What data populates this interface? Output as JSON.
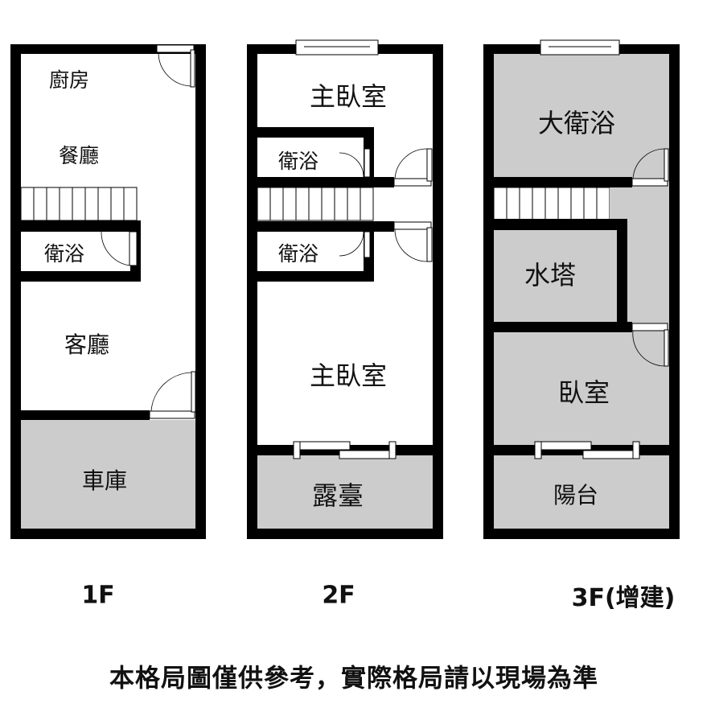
{
  "floors": [
    {
      "label": "1F",
      "rooms": [
        "廚房",
        "餐廳",
        "衛浴",
        "客廳",
        "車庫"
      ]
    },
    {
      "label": "2F",
      "rooms": [
        "主臥室",
        "衛浴",
        "衛浴",
        "主臥室",
        "露臺"
      ]
    },
    {
      "label": "3F(增建)",
      "rooms": [
        "大衛浴",
        "水塔",
        "臥室",
        "陽台"
      ]
    }
  ],
  "note": "本格局圖僅供參考，實際格局請以現場為準",
  "colors": {
    "wall": "#000000",
    "shaded": "#cccccc",
    "floor": "#ffffff"
  }
}
